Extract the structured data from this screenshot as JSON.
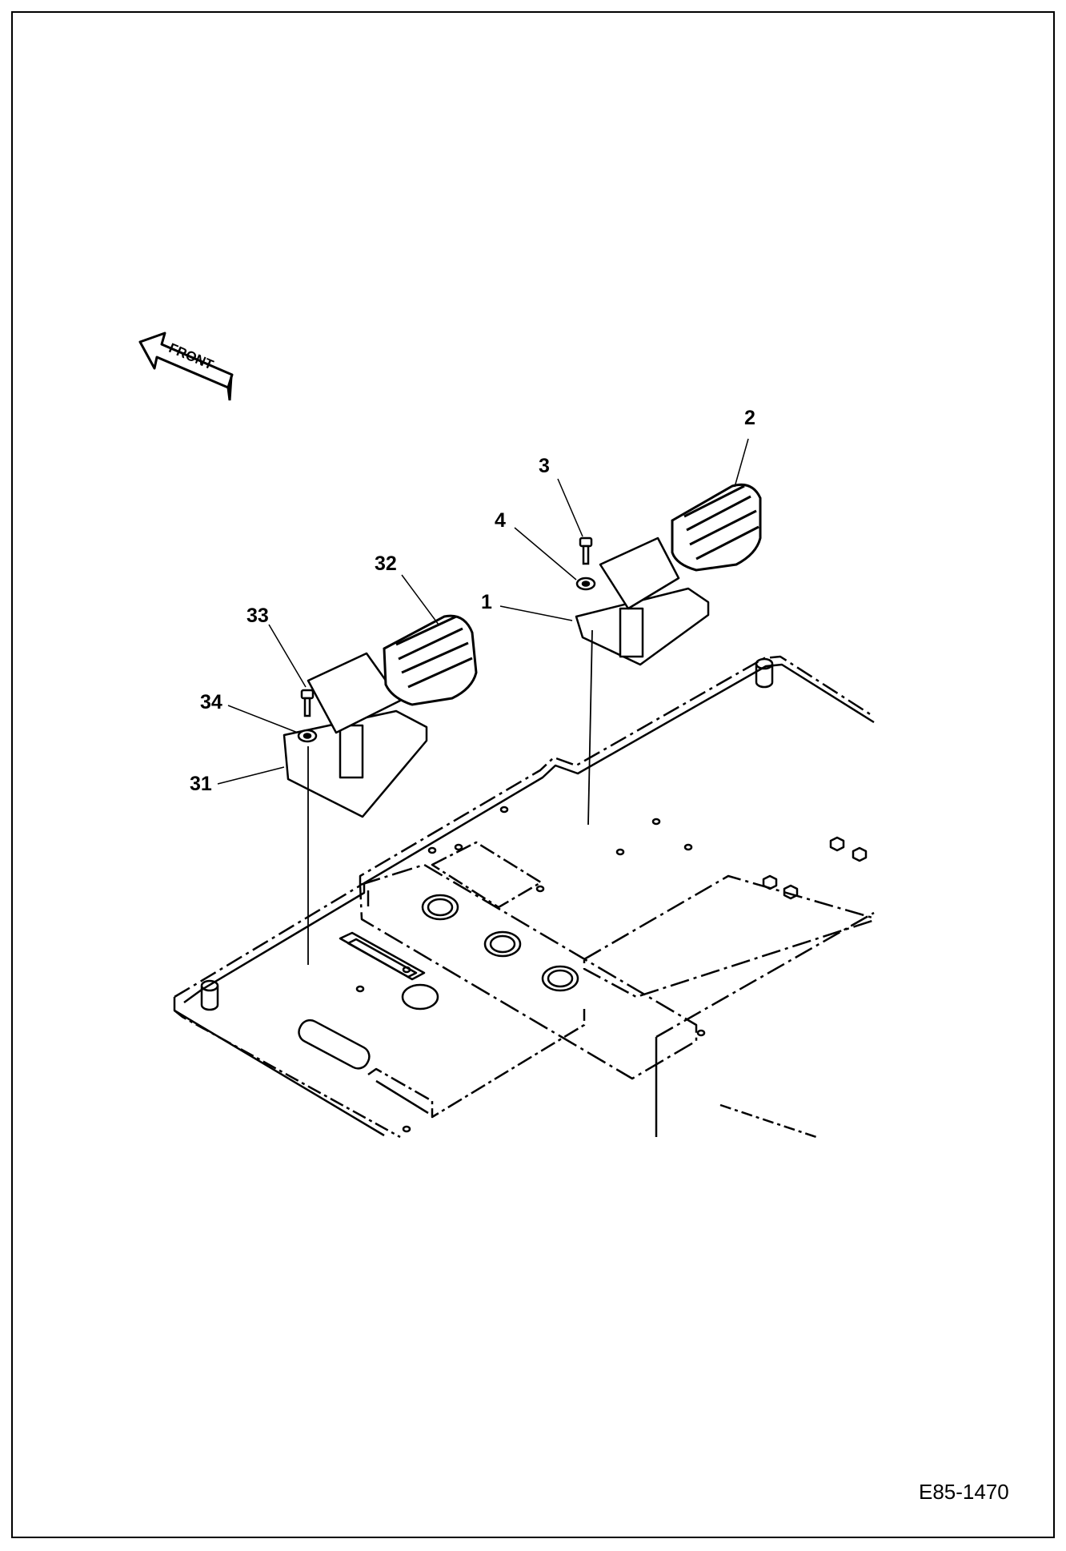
{
  "front_arrow": {
    "label": "FRONT"
  },
  "callouts": {
    "c1": "1",
    "c2": "2",
    "c3": "3",
    "c4": "4",
    "c31": "31",
    "c32": "32",
    "c33": "33",
    "c34": "34"
  },
  "drawing_number": "E85-1470"
}
